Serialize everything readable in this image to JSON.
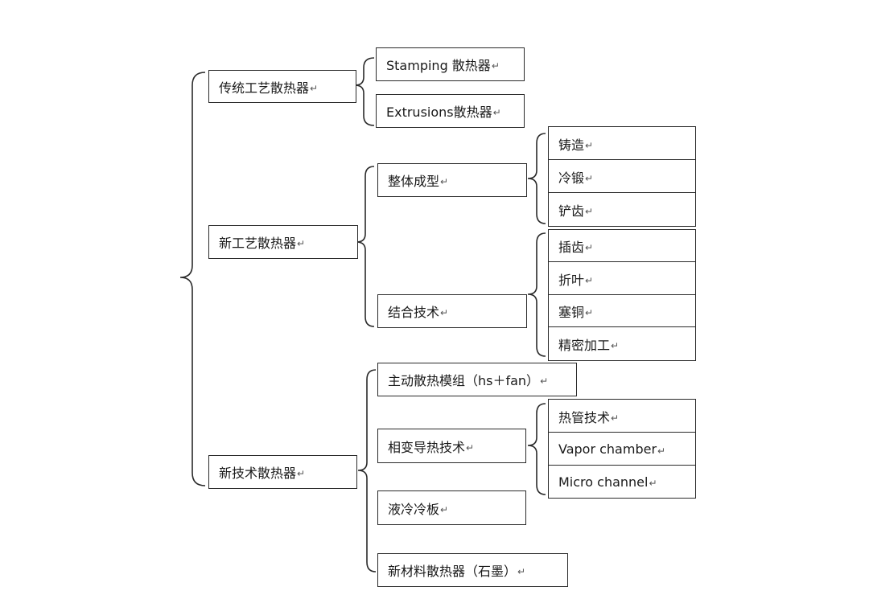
{
  "return_mark": "↵",
  "diagram": {
    "traditional": {
      "label": "传统工艺散热器",
      "children": [
        "Stamping 散热器",
        "Extrusions散热器"
      ]
    },
    "new_process": {
      "label": "新工艺散热器",
      "integral": {
        "label": "整体成型",
        "children": [
          "铸造",
          "冷锻",
          "铲齿"
        ]
      },
      "combined": {
        "label": "结合技术",
        "children": [
          "插齿",
          "折叶",
          "塞铜",
          "精密加工"
        ]
      }
    },
    "new_tech": {
      "label": "新技术散热器",
      "active": {
        "label": "主动散热模组（hs＋fan）"
      },
      "phase_change": {
        "label": "相变导热技术",
        "children": [
          "热管技术",
          "Vapor chamber",
          "Micro channel"
        ]
      },
      "liquid": {
        "label": "液冷冷板"
      },
      "material": {
        "label": "新材料散热器（石墨）"
      }
    }
  }
}
